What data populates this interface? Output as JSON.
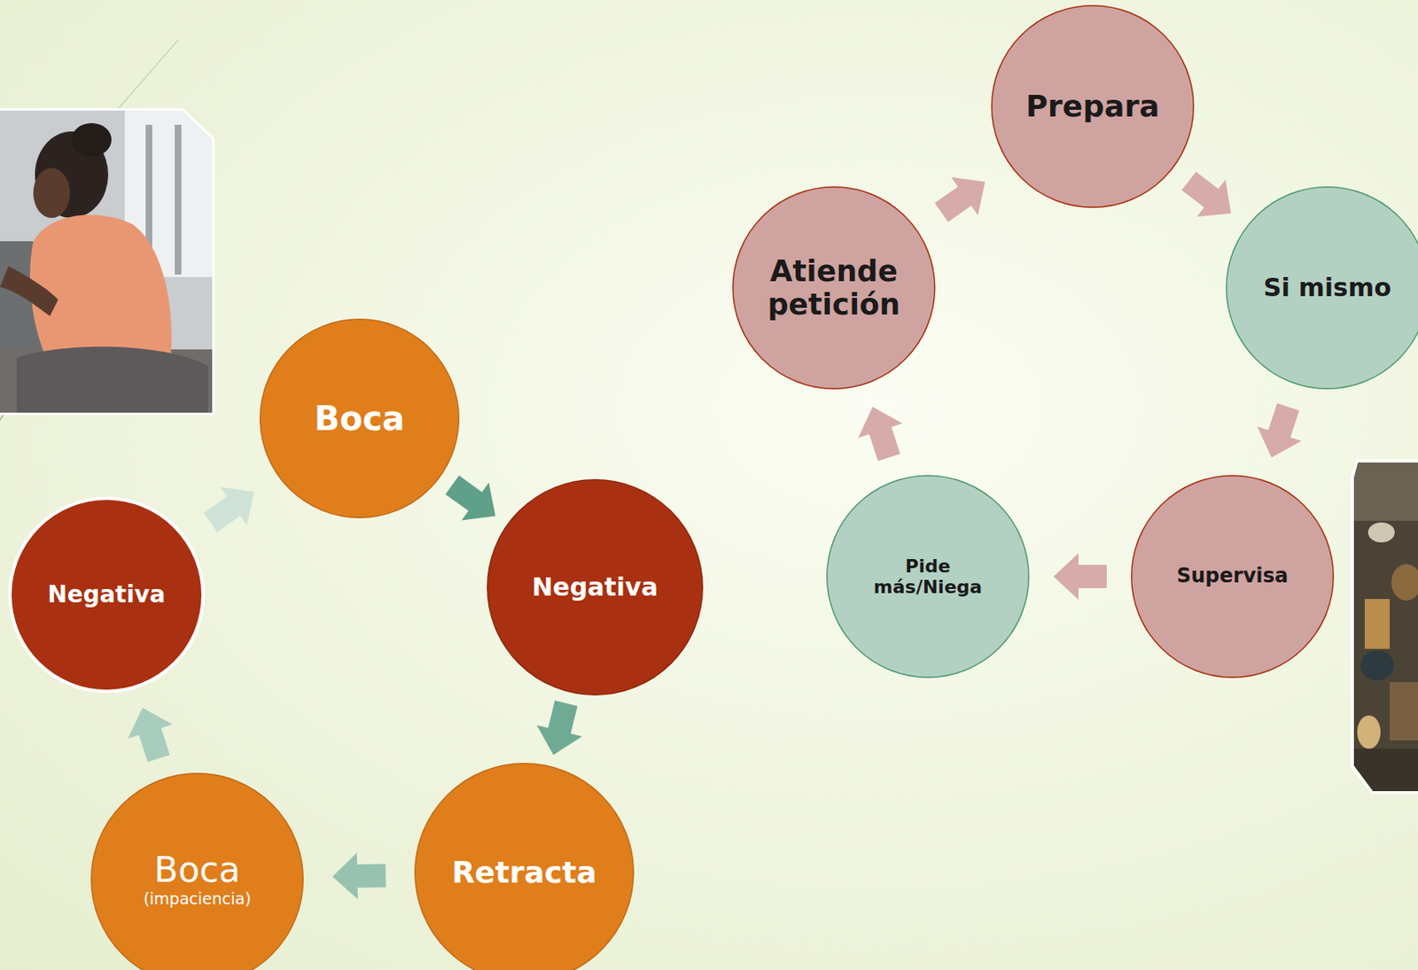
{
  "diagram": {
    "nodes": [
      {
        "text": [
          "Boca"
        ]
      },
      {
        "text": [
          "Negativa"
        ]
      },
      {
        "text": [
          "Retracta"
        ]
      },
      {
        "text": [
          "Boca",
          "(impaciencia)"
        ]
      },
      {
        "text": [
          "Negativa"
        ]
      },
      {
        "text": [
          "Prepara"
        ]
      },
      {
        "text": [
          "Si mismo"
        ]
      },
      {
        "text": [
          "Supervisa"
        ]
      },
      {
        "text": [
          "Pide más/Niega"
        ]
      },
      {
        "text": [
          "Atiende petición"
        ]
      }
    ],
    "edges": [
      {
        "from": 0,
        "to": 1,
        "arrow": "to"
      },
      {
        "from": 1,
        "to": 2,
        "arrow": "to"
      },
      {
        "from": 2,
        "to": 3,
        "arrow": "to"
      },
      {
        "from": 3,
        "to": 4,
        "arrow": "to"
      },
      {
        "from": 4,
        "to": 0,
        "arrow": "to"
      },
      {
        "from": 9,
        "to": 5,
        "arrow": "to"
      },
      {
        "from": 5,
        "to": 6,
        "arrow": "to"
      },
      {
        "from": 6,
        "to": 7,
        "arrow": "to"
      },
      {
        "from": 7,
        "to": 8,
        "arrow": "to"
      },
      {
        "from": 8,
        "to": 9,
        "arrow": "to"
      }
    ]
  }
}
